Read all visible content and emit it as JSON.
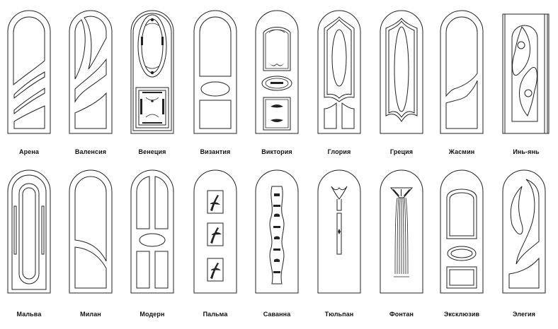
{
  "catalog": {
    "doors": [
      {
        "id": "arena",
        "label": "Арена"
      },
      {
        "id": "valencia",
        "label": "Валенсия"
      },
      {
        "id": "venecia",
        "label": "Венеция"
      },
      {
        "id": "vizantia",
        "label": "Византия"
      },
      {
        "id": "victoria",
        "label": "Виктория"
      },
      {
        "id": "gloria",
        "label": "Глория"
      },
      {
        "id": "grecia",
        "label": "Греция"
      },
      {
        "id": "jasmin",
        "label": "Жасмин"
      },
      {
        "id": "yinyang",
        "label": "Инь-янь"
      },
      {
        "id": "malva",
        "label": "Мальва"
      },
      {
        "id": "milan",
        "label": "Милан"
      },
      {
        "id": "modern",
        "label": "Модерн"
      },
      {
        "id": "palma",
        "label": "Пальма"
      },
      {
        "id": "savanna",
        "label": "Саванна"
      },
      {
        "id": "tulpan",
        "label": "Тюльпан"
      },
      {
        "id": "fontan",
        "label": "Фонтан"
      },
      {
        "id": "exclusive",
        "label": "Эксклюзив"
      },
      {
        "id": "elegia",
        "label": "Элегия"
      }
    ]
  }
}
